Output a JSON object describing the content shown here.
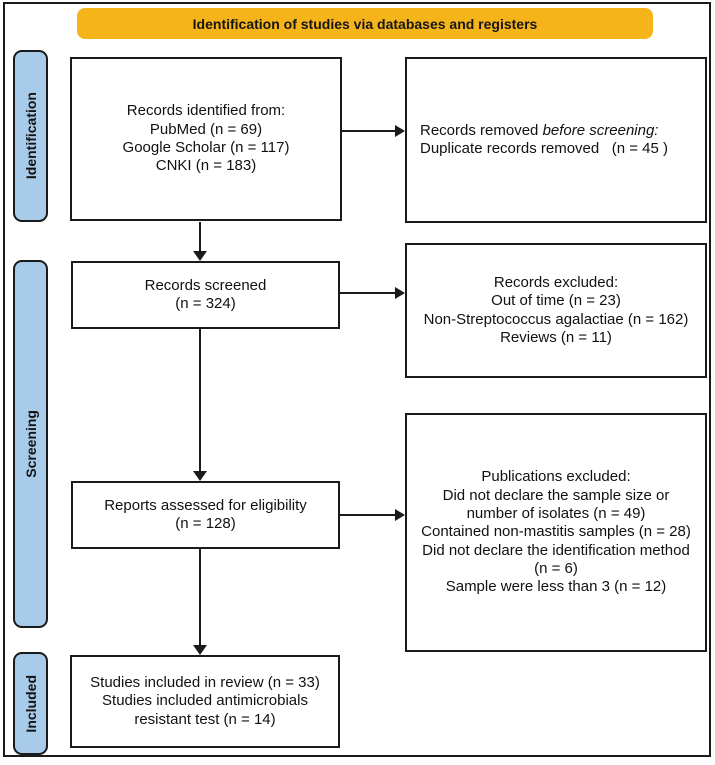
{
  "banner": {
    "label": "Identification of studies via databases and registers"
  },
  "stages": [
    {
      "label": "Identification"
    },
    {
      "label": "Screening"
    },
    {
      "label": "Included"
    }
  ],
  "boxes": {
    "records_identified": {
      "lines": [
        "Records identified from:",
        "PubMed (n = 69)",
        "Google Scholar (n = 117)",
        "CNKI (n = 183)"
      ]
    },
    "records_removed": {
      "prefix": "Records removed ",
      "italic": "before screening:",
      "line2": "Duplicate records removed   (n = 45 )"
    },
    "records_screened": {
      "lines": [
        "Records screened",
        "(n = 324)"
      ]
    },
    "records_excluded": {
      "lines": [
        "Records excluded:",
        "Out of time (n = 23)",
        "Non-Streptococcus agalactiae (n = 162)",
        "Reviews (n = 11)"
      ]
    },
    "reports_assessed": {
      "lines": [
        "Reports assessed for eligibility",
        "(n = 128)"
      ]
    },
    "publications_excluded": {
      "lines": [
        "Publications excluded:",
        "Did not declare the sample size or number of isolates (n = 49)",
        "Contained non-mastitis samples (n = 28)",
        "Did not declare the identification method (n = 6)",
        "Sample were less than 3 (n = 12)"
      ]
    },
    "studies_included": {
      "lines": [
        "Studies included in review (n = 33)",
        "Studies included antimicrobials resistant test (n = 14)"
      ]
    }
  },
  "colors": {
    "banner_bg": "#F5B41A",
    "stage_tab_bg": "#A8CBEA",
    "border": "#1A1A1A",
    "text": "#111111",
    "background": "#FFFFFF"
  }
}
